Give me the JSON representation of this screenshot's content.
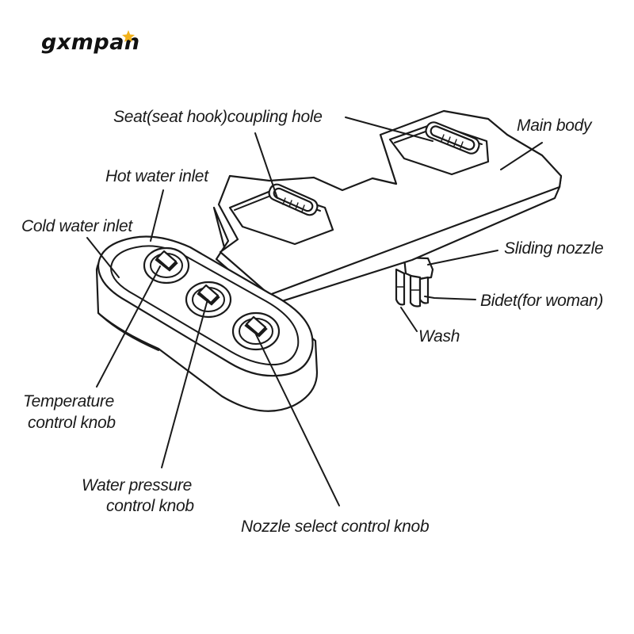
{
  "brand": {
    "logo": "gxmpan",
    "star_color": "#f2b21c"
  },
  "labels": {
    "seat_hook": "Seat(seat hook)coupling hole",
    "main_body": "Main body",
    "hot_water": "Hot water inlet",
    "cold_water": "Cold water inlet",
    "sliding_nozzle": "Sliding nozzle",
    "bidet": "Bidet(for woman)",
    "wash": "Wash",
    "temperature_1": "Temperature",
    "temperature_2": "control knob",
    "pressure_1": "Water pressure",
    "pressure_2": "control knob",
    "nozzle_select": "Nozzle select control knob"
  }
}
